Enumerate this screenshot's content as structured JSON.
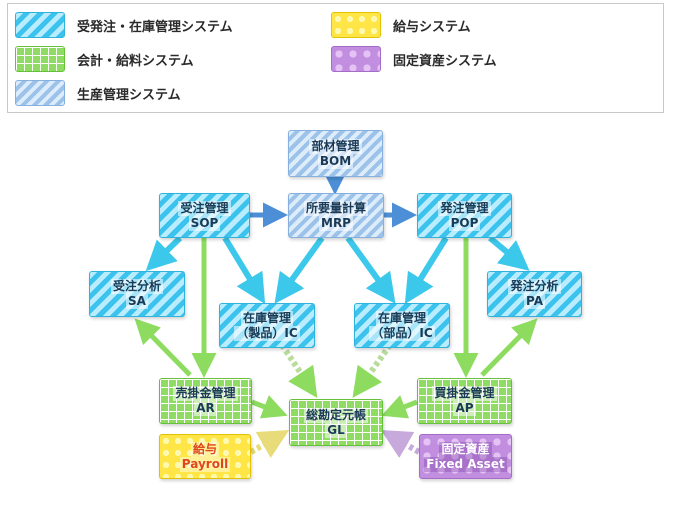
{
  "legend": {
    "order": "受発注・在庫管理システム",
    "accounting": "会計・給料システム",
    "production": "生産管理システム",
    "payroll": "給与システム",
    "assets": "固定資産システム"
  },
  "nodes": {
    "bom": {
      "name": "部材管理",
      "code": "BOM"
    },
    "sop": {
      "name": "受注管理",
      "code": "SOP"
    },
    "mrp": {
      "name": "所要量計算",
      "code": "MRP"
    },
    "pop": {
      "name": "発注管理",
      "code": "POP"
    },
    "sa": {
      "name": "受注分析",
      "code": "SA"
    },
    "pa": {
      "name": "発注分析",
      "code": "PA"
    },
    "ic_product": {
      "name": "在庫管理",
      "code": "（製品）IC"
    },
    "ic_parts": {
      "name": "在庫管理",
      "code": "（部品）IC"
    },
    "ar": {
      "name": "売掛金管理",
      "code": "AR"
    },
    "ap": {
      "name": "買掛金管理",
      "code": "AP"
    },
    "gl": {
      "name": "総勘定元帳",
      "code": "GL"
    },
    "payroll": {
      "name": "給与",
      "code": "Payroll"
    },
    "fixed_asset": {
      "name": "固定資産",
      "code": "Fixed Asset"
    }
  },
  "colors": {
    "order_arrow": "#3cc8ea",
    "accounting_arrow": "#8ddc60",
    "production_arrow": "#4d8fd6",
    "payroll_arrow": "#e8dc7a",
    "asset_arrow": "#c7a9dc"
  }
}
